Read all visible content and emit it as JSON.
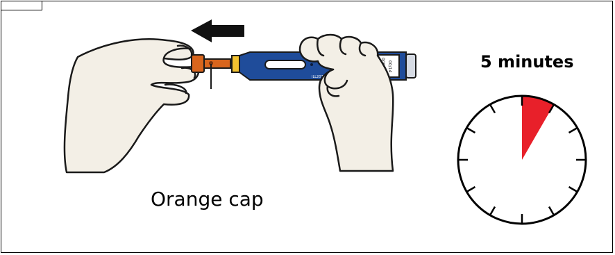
{
  "labels": {
    "cap": "Orange cap",
    "time": "5 minutes"
  },
  "pen": {
    "id_text": "ILL2071 v1",
    "lot_text": "000000",
    "exp_text": "00/14"
  },
  "timer": {
    "elapsed_minutes": 5,
    "total_minutes": 60,
    "highlight_color": "#e8202a"
  },
  "colors": {
    "pen_body": "#1f4c9a",
    "cap": "#d8651d",
    "arrow": "#111111",
    "hand_fill": "#f3efe6"
  },
  "arrow": {
    "direction": "left"
  }
}
